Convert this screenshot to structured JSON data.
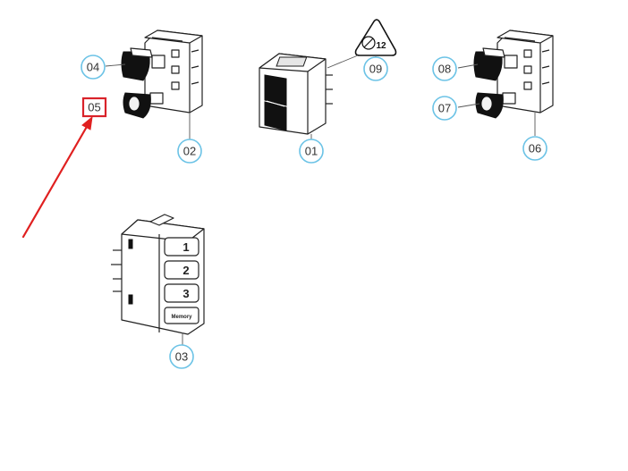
{
  "callouts": {
    "c01": "01",
    "c02": "02",
    "c03": "03",
    "c04": "04",
    "c05": "05",
    "c06": "06",
    "c07": "07",
    "c08": "08",
    "c09": "09"
  },
  "keypad": {
    "key1": "1",
    "key2": "2",
    "key3": "3",
    "key4": "Memory"
  },
  "warning_label": {
    "text": "12"
  },
  "colors": {
    "callout_ring": "#6cc3e6",
    "highlight": "#d9232a",
    "arrow": "#e02020"
  }
}
